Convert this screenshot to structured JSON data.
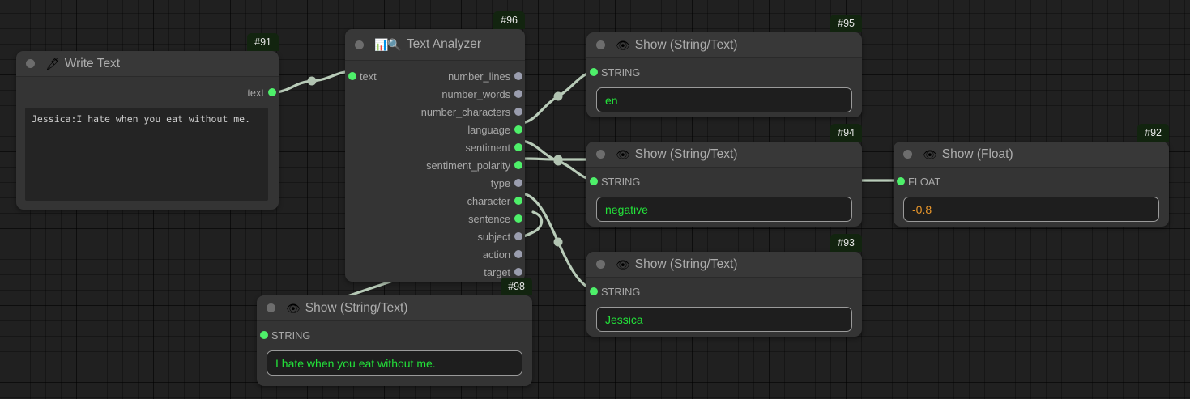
{
  "canvas": {
    "background_color": "#202020",
    "grid_color": "#1a1a1a"
  },
  "colors": {
    "node_body": "#343434",
    "node_title": "#383838",
    "port_connected": "#4ef06a",
    "port_idle": "#9a9dae",
    "wire": "#b9ccb9",
    "badge_bg": "#12240f",
    "string_value": "#23e23a",
    "float_value": "#e8962b"
  },
  "nodes": [
    {
      "id": "#91",
      "title": "Write Text",
      "icon": "pen-nib-icon",
      "icon_glyph": "🖋",
      "outputs": [
        {
          "label": "text",
          "state": "connected"
        }
      ],
      "inputs": [],
      "textarea_value": "Jessica:I hate when you eat without me."
    },
    {
      "id": "#96",
      "title": "Text Analyzer",
      "icon": "bar-chart-magnifier-icon",
      "icon_glyph": "📊🔍",
      "inputs": [
        {
          "label": "text",
          "state": "connected"
        }
      ],
      "outputs": [
        {
          "label": "number_lines",
          "state": "idle"
        },
        {
          "label": "number_words",
          "state": "idle"
        },
        {
          "label": "number_characters",
          "state": "idle"
        },
        {
          "label": "language",
          "state": "connected"
        },
        {
          "label": "sentiment",
          "state": "connected"
        },
        {
          "label": "sentiment_polarity",
          "state": "connected"
        },
        {
          "label": "type",
          "state": "idle"
        },
        {
          "label": "character",
          "state": "connected"
        },
        {
          "label": "sentence",
          "state": "connected"
        },
        {
          "label": "subject",
          "state": "idle"
        },
        {
          "label": "action",
          "state": "idle"
        },
        {
          "label": "target",
          "state": "idle"
        }
      ]
    },
    {
      "id": "#95",
      "title": "Show (String/Text)",
      "icon": "eye-icon",
      "icon_glyph": "👁",
      "inputs": [
        {
          "label": "STRING",
          "state": "connected"
        }
      ],
      "value": "en",
      "value_type": "string"
    },
    {
      "id": "#94",
      "title": "Show (String/Text)",
      "icon": "eye-icon",
      "icon_glyph": "👁",
      "inputs": [
        {
          "label": "STRING",
          "state": "connected"
        }
      ],
      "value": "negative",
      "value_type": "string"
    },
    {
      "id": "#93",
      "title": "Show (String/Text)",
      "icon": "eye-icon",
      "icon_glyph": "👁",
      "inputs": [
        {
          "label": "STRING",
          "state": "connected"
        }
      ],
      "value": "Jessica",
      "value_type": "string"
    },
    {
      "id": "#98",
      "title": "Show (String/Text)",
      "icon": "eye-icon",
      "icon_glyph": "👁",
      "inputs": [
        {
          "label": "STRING",
          "state": "connected"
        }
      ],
      "value": "I hate when you eat without me.",
      "value_type": "string"
    },
    {
      "id": "#92",
      "title": "Show (Float)",
      "icon": "eye-icon",
      "icon_glyph": "👁",
      "inputs": [
        {
          "label": "FLOAT",
          "state": "connected"
        }
      ],
      "value": "-0.8",
      "value_type": "float"
    }
  ]
}
